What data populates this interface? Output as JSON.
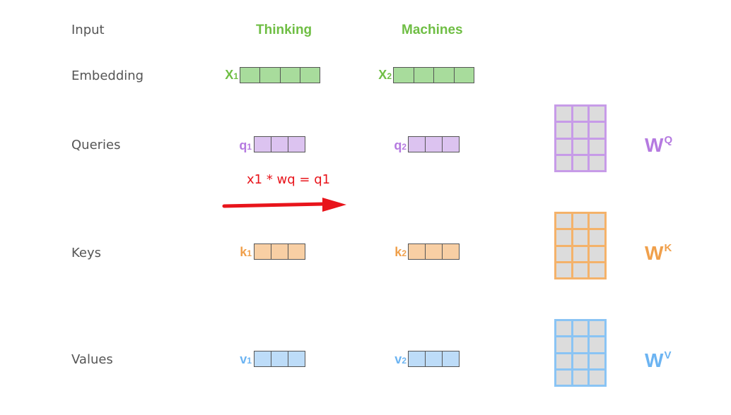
{
  "rows": {
    "input": "Input",
    "embedding": "Embedding",
    "queries": "Queries",
    "keys": "Keys",
    "values": "Values"
  },
  "words": [
    "Thinking",
    "Machines"
  ],
  "embeddings": [
    {
      "letter": "X",
      "sub": "1"
    },
    {
      "letter": "X",
      "sub": "2"
    }
  ],
  "queries": [
    {
      "letter": "q",
      "sub": "1"
    },
    {
      "letter": "q",
      "sub": "2"
    }
  ],
  "keys": [
    {
      "letter": "k",
      "sub": "1"
    },
    {
      "letter": "k",
      "sub": "2"
    }
  ],
  "values": [
    {
      "letter": "v",
      "sub": "1"
    },
    {
      "letter": "v",
      "sub": "2"
    }
  ],
  "weights": {
    "query": {
      "letter": "W",
      "sup": "Q"
    },
    "key": {
      "letter": "W",
      "sup": "K"
    },
    "value": {
      "letter": "W",
      "sup": "V"
    }
  },
  "annotation": "x1 * wq = q1",
  "colors": {
    "word": "#6fbe44",
    "embedding_label": "#6fbe44",
    "embedding_fill": "#a8dc9c",
    "query_label": "#b57ae0",
    "query_fill": "#dcc3f0",
    "query_border": "#c79be8",
    "key_label": "#f0a04c",
    "key_fill": "#f8cfa4",
    "key_border": "#f4b26a",
    "value_label": "#6cb4f2",
    "value_fill": "#bddcf8",
    "value_border": "#8ac4f4",
    "arrow": "#e8141b"
  }
}
